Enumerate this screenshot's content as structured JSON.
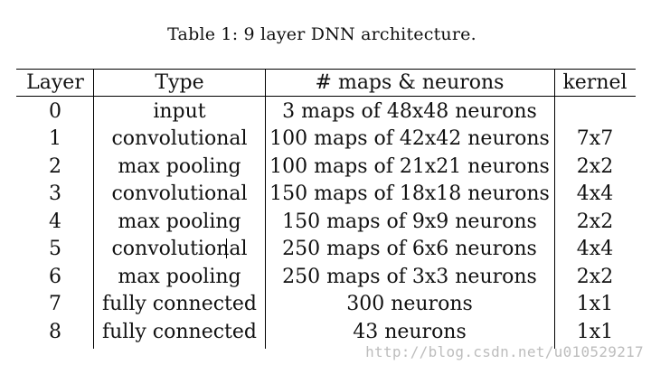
{
  "caption": "Table 1: 9 layer DNN architecture.",
  "table": {
    "headers": [
      "Layer",
      "Type",
      "# maps & neurons",
      "kernel"
    ],
    "rows": [
      {
        "layer": "0",
        "type": "input",
        "maps": "3 maps of 48x48 neurons",
        "kernel": ""
      },
      {
        "layer": "1",
        "type": "convolutional",
        "maps": "100 maps of 42x42 neurons",
        "kernel": "7x7"
      },
      {
        "layer": "2",
        "type": "max pooling",
        "maps": "100 maps of 21x21 neurons",
        "kernel": "2x2"
      },
      {
        "layer": "3",
        "type": "convolutional",
        "maps": "150 maps of 18x18 neurons",
        "kernel": "4x4"
      },
      {
        "layer": "4",
        "type": "max pooling",
        "maps": "150 maps of 9x9 neurons",
        "kernel": "2x2"
      },
      {
        "layer": "5",
        "type": "convolutional",
        "maps": "250 maps of 6x6 neurons",
        "kernel": "4x4"
      },
      {
        "layer": "6",
        "type": "max pooling",
        "maps": "250 maps of 3x3 neurons",
        "kernel": "2x2"
      },
      {
        "layer": "7",
        "type": "fully connected",
        "maps": "300 neurons",
        "kernel": "1x1"
      },
      {
        "layer": "8",
        "type": "fully connected",
        "maps": "43 neurons",
        "kernel": "1x1"
      }
    ]
  },
  "watermark": "http://blog.csdn.net/u010529217"
}
